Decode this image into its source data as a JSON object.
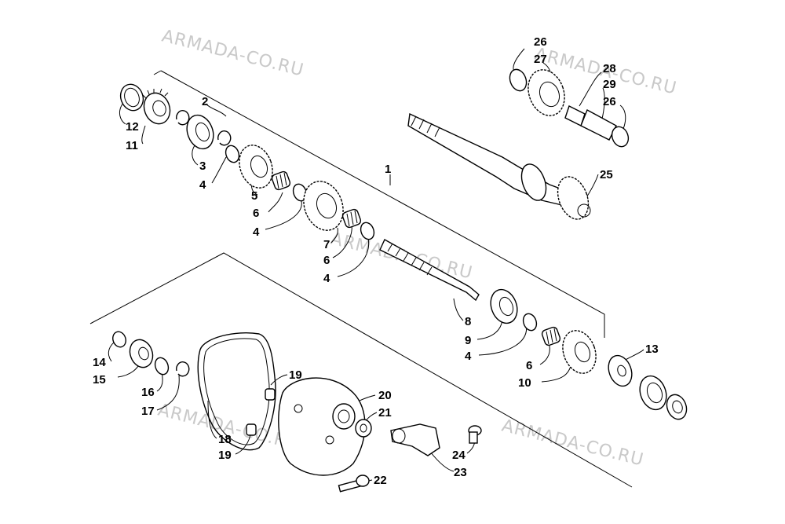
{
  "watermark": "ARMADA-CO.RU",
  "callouts": {
    "n1": "1",
    "n2": "2",
    "n3": "3",
    "n4a": "4",
    "n4b": "4",
    "n4c": "4",
    "n4d": "4",
    "n5": "5",
    "n6a": "6",
    "n6b": "6",
    "n6c": "6",
    "n7": "7",
    "n8": "8",
    "n9": "9",
    "n10": "10",
    "n11": "11",
    "n12": "12",
    "n13": "13",
    "n14": "14",
    "n15": "15",
    "n16": "16",
    "n17": "17",
    "n18": "18",
    "n19a": "19",
    "n19b": "19",
    "n20": "20",
    "n21": "21",
    "n22": "22",
    "n23": "23",
    "n24": "24",
    "n25": "25",
    "n26a": "26",
    "n26b": "26",
    "n27": "27",
    "n28": "28",
    "n29": "29"
  }
}
